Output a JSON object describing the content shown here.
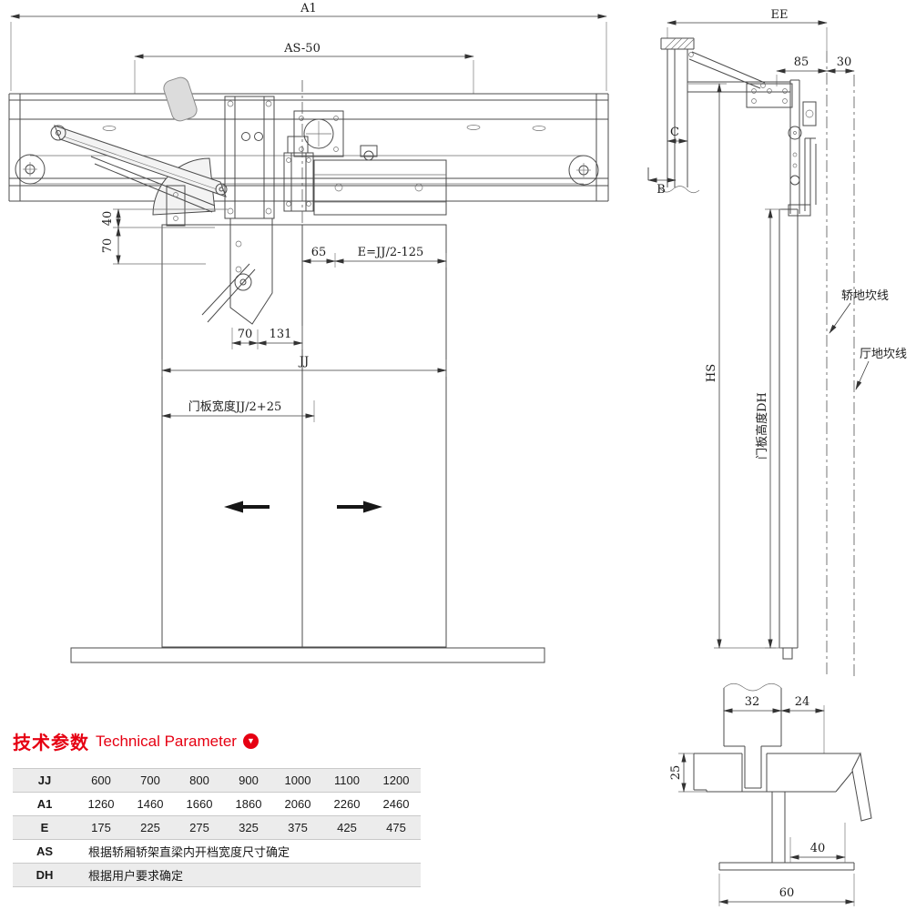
{
  "front_view": {
    "dim_a1": "A1",
    "dim_as50": "AS-50",
    "dim_40": "40",
    "dim_70_vert": "70",
    "dim_65": "65",
    "dim_e": "E=JJ/2-125",
    "dim_70_horiz": "70",
    "dim_131": "131",
    "dim_jj": "JJ",
    "door_width_label": "门板宽度JJ/2+25"
  },
  "side_view": {
    "dim_ee": "EE",
    "dim_85": "85",
    "dim_30": "30",
    "dim_c": "C",
    "dim_b": "B",
    "dim_hs": "HS",
    "door_height_label": "门板高度DH",
    "car_sill_label": "轿地坎线",
    "hall_sill_label": "厅地坎线"
  },
  "sill_detail": {
    "dim_32": "32",
    "dim_24": "24",
    "dim_25": "25",
    "dim_40": "40",
    "dim_60": "60"
  },
  "parameters": {
    "title_cn": "技术参数",
    "title_en": "Technical Parameter",
    "icon": "down-arrow",
    "accent_color": "#e60012",
    "table": {
      "rows": [
        {
          "label": "JJ",
          "values": [
            "600",
            "700",
            "800",
            "900",
            "1000",
            "1100",
            "1200"
          ]
        },
        {
          "label": "A1",
          "values": [
            "1260",
            "1460",
            "1660",
            "1860",
            "2060",
            "2260",
            "2460"
          ]
        },
        {
          "label": "E",
          "values": [
            "175",
            "225",
            "275",
            "325",
            "375",
            "425",
            "475"
          ]
        },
        {
          "label": "AS",
          "note": "根据轿厢轿架直梁内开档宽度尺寸确定"
        },
        {
          "label": "DH",
          "note": "根据用户要求确定"
        }
      ]
    }
  }
}
